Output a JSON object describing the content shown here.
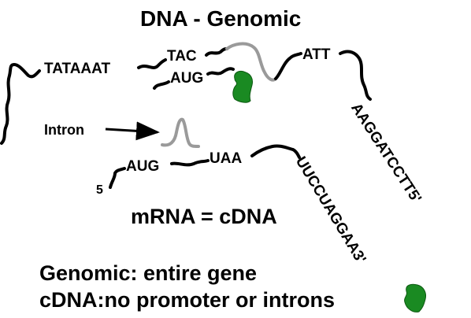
{
  "title": "DNA - Genomic",
  "genomic": {
    "promoter": "TATAAAT",
    "template_start": "TAC",
    "coding_start": "AUG",
    "stop_region": "ATT",
    "strand_end": "AAGGATCCTT5'"
  },
  "intron_label": "Intron",
  "mrna": {
    "five_prime": "5",
    "start_codon": "AUG",
    "stop_codon": "UAA",
    "tail": "UUCCUAGGAA3'"
  },
  "equation": "mRNA = cDNA",
  "footer": {
    "line1": "Genomic: entire gene",
    "line2": "cDNA:no promoter or introns"
  },
  "colors": {
    "strand": "#000000",
    "intron": "#9a9a9a",
    "enzyme": "#1a8a22"
  },
  "icons": [
    "enzyme-blob-icon",
    "arrow-icon"
  ]
}
